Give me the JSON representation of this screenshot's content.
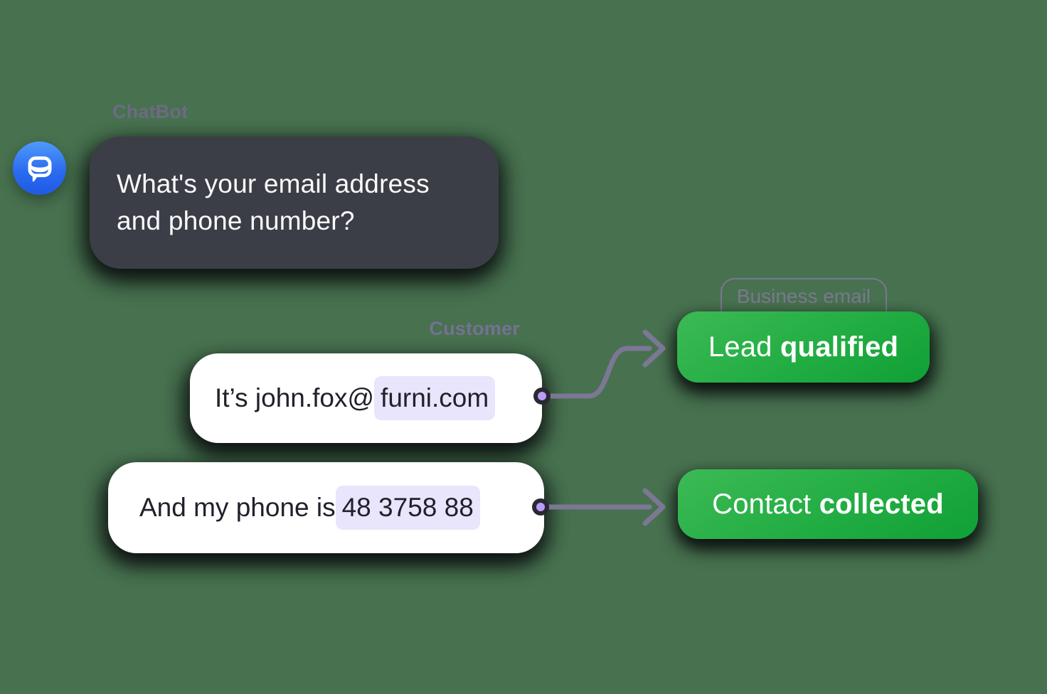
{
  "page": {
    "background": "#47714f",
    "description": "Chatbot lead-qualification conversation illustration"
  },
  "chatbot": {
    "label": "ChatBot",
    "message": "What's your email address and phone number?",
    "avatar_icon": "chatbot-logo-icon"
  },
  "customer": {
    "label": "Customer",
    "email_message": {
      "prefix": "It’s john.fox@",
      "highlight": "furni.com"
    },
    "phone_message": {
      "prefix": "And my phone is ",
      "highlight": "48 3758 88"
    }
  },
  "annotations": {
    "business_email_tag": "Business email",
    "lead_badge": {
      "normal": "Lead ",
      "bold": "qualified"
    },
    "contact_badge": {
      "normal": "Contact ",
      "bold": "collected"
    }
  },
  "colors": {
    "background": "#47714f",
    "bot_bubble": "#3c3e47",
    "bot_bubble_text": "#fafafc",
    "customer_bubble": "#ffffff",
    "customer_bubble_text": "#21212b",
    "entity_highlight": "#e9e5fc",
    "speaker_label": "#716d89",
    "arrow": "#7c7795",
    "connector_dot_inner": "#b79ef5",
    "connector_dot_ring": "#2a2833",
    "badge_green_light": "#3cba55",
    "badge_green_dark": "#10a035",
    "badge_text": "#ffffff",
    "outline_tag": "#7b7790",
    "avatar_blue_light": "#4f9afb",
    "avatar_blue_dark": "#1e5ae6"
  }
}
